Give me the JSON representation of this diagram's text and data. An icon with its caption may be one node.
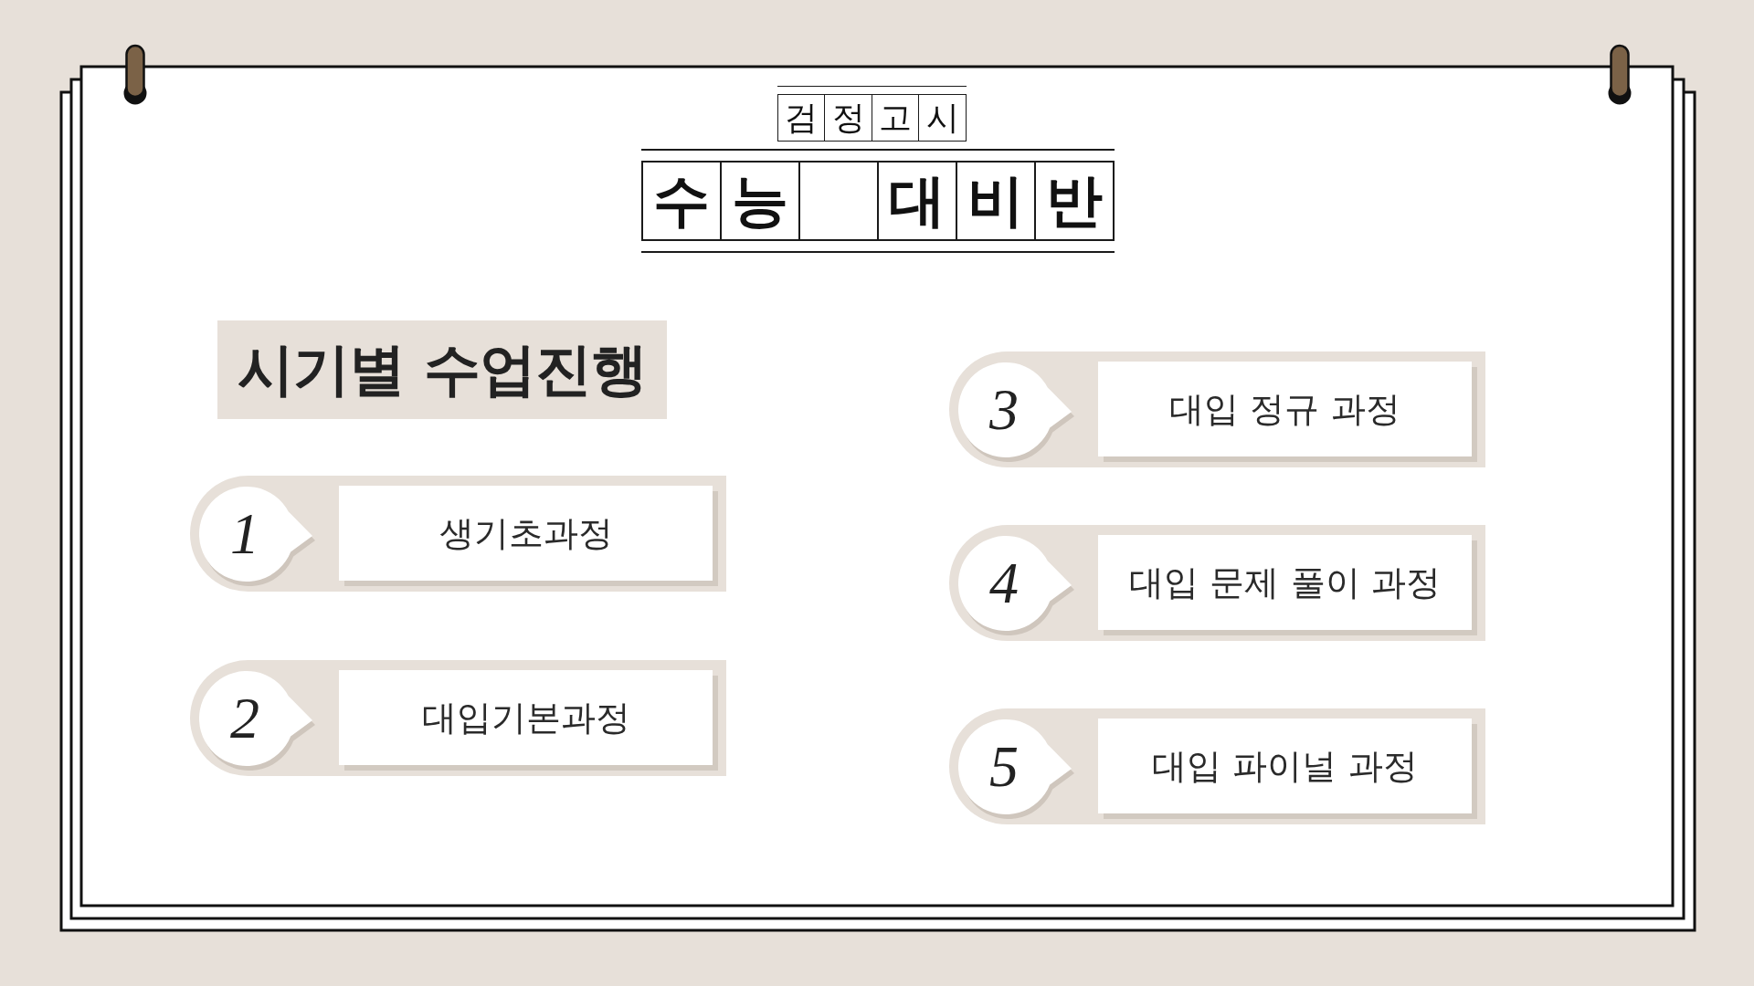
{
  "diagram": {
    "title": "수능 대비반",
    "nodes": [
      {
        "text": [
          "시기별 수업진행"
        ]
      },
      {
        "text": [
          "1"
        ]
      },
      {
        "text": [
          "생기초과정"
        ]
      },
      {
        "text": [
          "2"
        ]
      },
      {
        "text": [
          "대입기본과정"
        ]
      },
      {
        "text": [
          "3"
        ]
      },
      {
        "text": [
          "대입 정규 과정"
        ]
      },
      {
        "text": [
          "4"
        ]
      },
      {
        "text": [
          "대입 문제 풀이 과정"
        ]
      },
      {
        "text": [
          "5"
        ]
      },
      {
        "text": [
          "대입 파이널 과정"
        ]
      }
    ],
    "labels": [
      "검정고시"
    ]
  }
}
